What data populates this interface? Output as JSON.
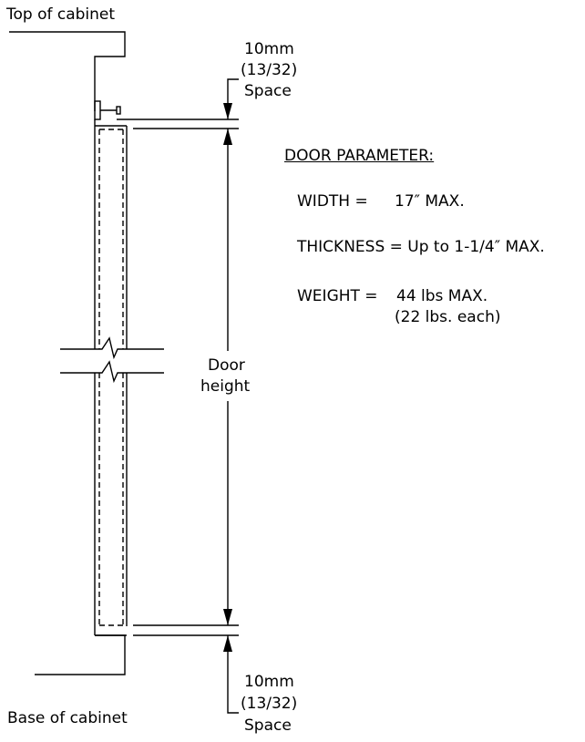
{
  "labels": {
    "top_of_cabinet": "Top of cabinet",
    "base_of_cabinet": "Base of cabinet",
    "top_gap": {
      "line1": "10mm",
      "line2": "(13/32)",
      "line3": "Space"
    },
    "bottom_gap": {
      "line1": "10mm",
      "line2": "(13/32)",
      "line3": "Space"
    },
    "door_height": {
      "line1": "Door",
      "line2": "height"
    }
  },
  "door_parameter": {
    "heading": "DOOR PARAMETER:",
    "width_label": "WIDTH =",
    "width_value": "17″ MAX.",
    "thickness": "THICKNESS = Up to 1-1/4″ MAX.",
    "weight_label": "WEIGHT =",
    "weight_value": "44 lbs MAX.",
    "weight_note": "(22 lbs. each)"
  }
}
